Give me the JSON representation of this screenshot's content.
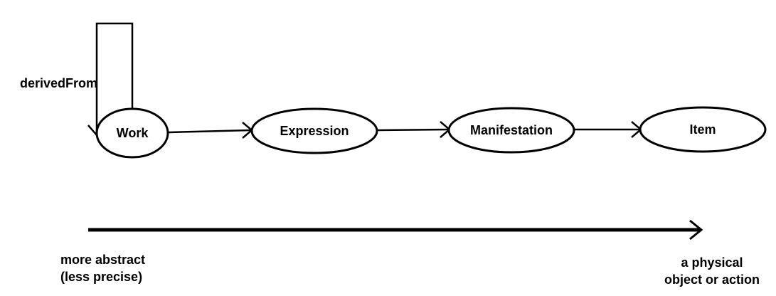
{
  "nodes": {
    "work": "Work",
    "expression": "Expression",
    "manifestation": "Manifestation",
    "item": "Item"
  },
  "relations": {
    "self_loop": "derivedFrom"
  },
  "axis": {
    "left_label_line1": "more abstract",
    "left_label_line2": "(less precise)",
    "right_label_line1": "a physical",
    "right_label_line2": "object or action"
  },
  "colors": {
    "stroke": "#000000",
    "background": "#ffffff"
  }
}
